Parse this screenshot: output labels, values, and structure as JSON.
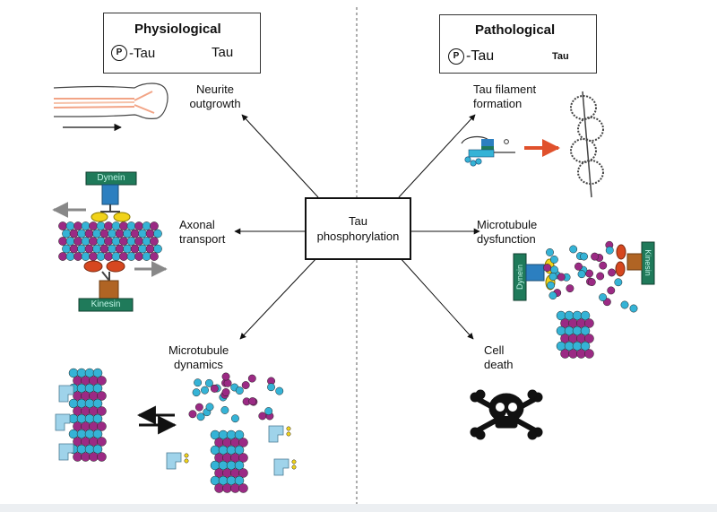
{
  "physiological": {
    "title": "Physiological",
    "left_term": "-Tau",
    "right_term": "Tau",
    "p_symbol": "P"
  },
  "pathological": {
    "title": "Pathological",
    "left_term": "-Tau",
    "right_term": "Tau",
    "p_symbol": "P"
  },
  "center": {
    "line1": "Tau",
    "line2": "phosphorylation"
  },
  "left_labels": {
    "neurite_1": "Neurite",
    "neurite_2": "outgrowth",
    "axonal_1": "Axonal",
    "axonal_2": "transport",
    "micro_1": "Microtubule",
    "micro_2": "dynamics"
  },
  "right_labels": {
    "filament_1": "Tau filament",
    "filament_2": "formation",
    "dysfunction_1": "Microtubule",
    "dysfunction_2": "dysfunction",
    "death_1": "Cell",
    "death_2": "death"
  },
  "motor_labels": {
    "dynein": "Dynein",
    "kinesin": "Kinesin"
  },
  "colors": {
    "tubulin_cyan": "#35b3d6",
    "tubulin_magenta": "#9b2a84",
    "dynein_green": "#1f7a5a",
    "dynein_blue": "#2c7fc0",
    "kinesin_brown": "#b06424",
    "yellow_link": "#f1d319",
    "red_head": "#d6471f",
    "tau_blue": "#9fd3ea",
    "arrow_red": "#e0512c"
  }
}
